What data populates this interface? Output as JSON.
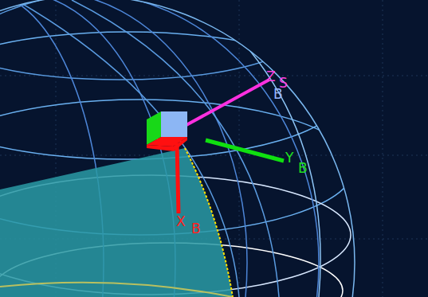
{
  "diagram": {
    "labels": [
      "Z",
      "S",
      "B",
      "Y",
      "B",
      "X",
      "B"
    ]
  }
}
